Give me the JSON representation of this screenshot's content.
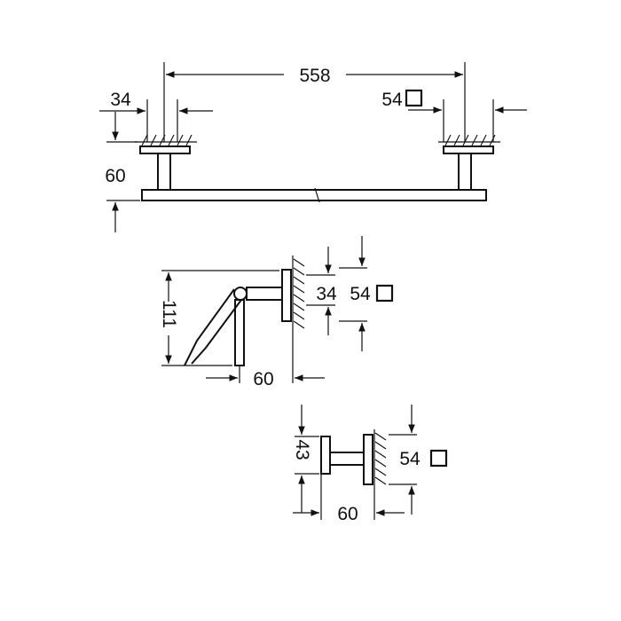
{
  "towel_bar": {
    "length_label": "558",
    "offset_label": "34",
    "rosette_label": "54",
    "height_label": "60"
  },
  "paper_holder": {
    "rosette_label": "54",
    "offset_label": "34",
    "height_label": "111",
    "depth_label": "60"
  },
  "hook": {
    "rosette_label": "54",
    "height_label": "43",
    "depth_label": "60"
  }
}
